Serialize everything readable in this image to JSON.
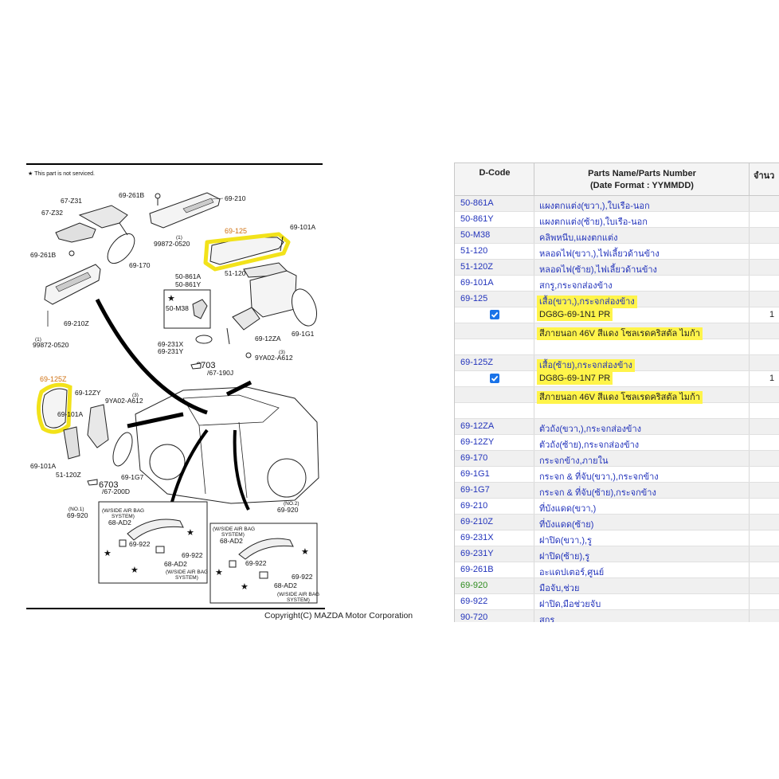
{
  "diagram": {
    "note": "★ This part is not serviced.",
    "copyright": "Copyright(C) MAZDA Motor Corporation",
    "labels": {
      "l67z31": "67-Z31",
      "l67z32": "67-Z32",
      "l69261b_a": "69-261B",
      "l69210": "69-210",
      "l69261b_b": "69-261B",
      "l69170": "69-170",
      "l99872_a": "99872-0520",
      "l1a": "(1)",
      "l69125": "69-125",
      "l69101a_a": "69-101A",
      "l51120": "51-120",
      "l69210z": "69-210Z",
      "l99872_b": "99872-0520",
      "l1b": "(1)",
      "l50861a": "50-861A",
      "l50861y": "50-861Y",
      "l50m38": "50-M38",
      "l69231x": "69-231X",
      "l69231y": "69-231Y",
      "l6703a": "6703",
      "l67190j": "/67-190J",
      "l6912za": "69-12ZA",
      "l691g1": "69-1G1",
      "l9ya02a": "9YA02-A612",
      "l3a": "(3)",
      "l69125z": "69-125Z",
      "l6912zy": "69-12ZY",
      "l9ya02b": "9YA02-A612",
      "l3b": "(3)",
      "l69101a_b": "69-101A",
      "l69101a_c": "69-101A",
      "l51120z": "51-120Z",
      "l691g7": "69-1G7",
      "l6703b": "6703",
      "l67200d": "/67-200D",
      "no1": "(NO.1)",
      "l69920a": "69-920",
      "ws1": "(W/SIDE AIR BAG",
      "ws1b": "SYSTEM)",
      "l68ad2a": "68-AD2",
      "l69922a": "69-922",
      "l69922b": "69-922",
      "l68ad2b": "68-AD2",
      "ws2": "(W/SIDE AIR BAG",
      "ws2b": "SYSTEM)",
      "no2": "(NO.2)",
      "l69920b": "69-920",
      "ws3": "(W/SIDE AIR BAG",
      "ws3b": "SYSTEM)",
      "l68ad2c": "68-AD2",
      "l69922c": "69-922",
      "l69922d": "69-922",
      "l68ad2d": "68-AD2",
      "ws4": "(W/SIDE AIR BAG",
      "ws4b": "SYSTEM)"
    }
  },
  "table": {
    "headers": {
      "dcode": "D-Code",
      "name_line1": "Parts Name/Parts Number",
      "name_line2": "(Date Format : YYMMDD)",
      "qty": "จำนว"
    },
    "rows": [
      {
        "code": "50-861A",
        "name": "แผงตกแต่ง(ขวา,),ใบเรือ-นอก",
        "alt": true
      },
      {
        "code": "50-861Y",
        "name": "แผงตกแต่ง(ซ้าย),ใบเรือ-นอก",
        "alt": false
      },
      {
        "code": "50-M38",
        "name": "คลิพหนีบ,แผงตกแต่ง",
        "alt": true
      },
      {
        "code": "51-120",
        "name": "หลอดไฟ(ขวา,),ไฟเลี้ยวด้านข้าง",
        "alt": false
      },
      {
        "code": "51-120Z",
        "name": "หลอดไฟ(ซ้าย),ไฟเลี้ยวด้านข้าง",
        "alt": true
      },
      {
        "code": "69-101A",
        "name": "สกรู,กระจกส่องข้าง",
        "alt": false
      },
      {
        "code": "69-125",
        "name": "เสื้อ(ขวา,),กระจกส่องข้าง",
        "alt": true,
        "hl": true
      },
      {
        "code": "",
        "name": "DG8G-69-1N1 PR",
        "alt": false,
        "hl": true,
        "check": true,
        "qty": "1",
        "sub": true
      },
      {
        "code": "",
        "name": "สีภายนอก 46V สีแดง โซลเรดคริสตัล ไมก้า",
        "alt": true,
        "hl": true,
        "sub": true
      },
      {
        "code": "",
        "name": "",
        "alt": false
      },
      {
        "code": "69-125Z",
        "name": "เสื้อ(ซ้าย),กระจกส่องข้าง",
        "alt": true,
        "hl": true
      },
      {
        "code": "",
        "name": "DG8G-69-1N7 PR",
        "alt": false,
        "hl": true,
        "check": true,
        "qty": "1",
        "sub": true
      },
      {
        "code": "",
        "name": "สีภายนอก 46V สีแดง โซลเรดคริสตัล ไมก้า",
        "alt": true,
        "hl": true,
        "sub": true
      },
      {
        "code": "",
        "name": "",
        "alt": false
      },
      {
        "code": "69-12ZA",
        "name": "ตัวถัง(ขวา,),กระจกส่องข้าง",
        "alt": true
      },
      {
        "code": "69-12ZY",
        "name": "ตัวถัง(ซ้าย),กระจกส่องข้าง",
        "alt": false
      },
      {
        "code": "69-170",
        "name": "กระจกข้าง,ภายใน",
        "alt": true
      },
      {
        "code": "69-1G1",
        "name": "กระจก & ที่จับ(ขวา,),กระจกข้าง",
        "alt": false
      },
      {
        "code": "69-1G7",
        "name": "กระจก & ที่จับ(ซ้าย),กระจกข้าง",
        "alt": true
      },
      {
        "code": "69-210",
        "name": "ที่บังแดด(ขวา,)",
        "alt": false
      },
      {
        "code": "69-210Z",
        "name": "ที่บังแดด(ซ้าย)",
        "alt": true
      },
      {
        "code": "69-231X",
        "name": "ฝาปิด(ขวา,),รู",
        "alt": false
      },
      {
        "code": "69-231Y",
        "name": "ฝาปิด(ซ้าย),รู",
        "alt": true
      },
      {
        "code": "69-261B",
        "name": "อะแดปเตอร์,ศูนย์",
        "alt": false
      },
      {
        "code": "69-920",
        "name": "มือจับ,ช่วย",
        "alt": true,
        "green": true
      },
      {
        "code": "69-922",
        "name": "ฝาปิด,มือช่วยจับ",
        "alt": false
      },
      {
        "code": "90-720",
        "name": "สกรู",
        "alt": true
      }
    ],
    "colors": {
      "link": "#2233bb",
      "green": "#2e8b1e",
      "highlight": "#fff44a",
      "checkbox": "#1a73e8"
    }
  }
}
